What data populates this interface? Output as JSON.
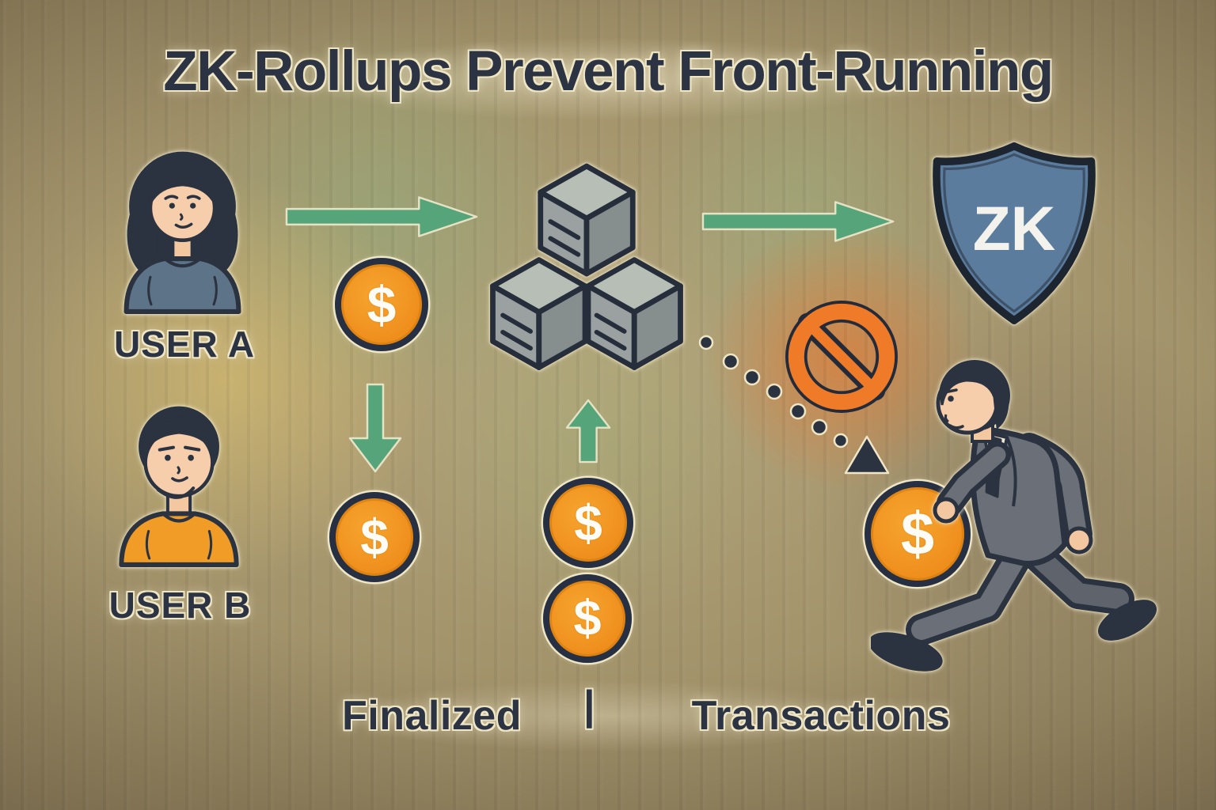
{
  "title": "ZK-Rollups Prevent Front-Running",
  "user_a": {
    "label": "USER A"
  },
  "user_b": {
    "label": "USER B"
  },
  "shield": {
    "label": "ZK"
  },
  "coin": {
    "symbol": "$"
  },
  "footer": {
    "finalized": "Finalized",
    "divider": "|",
    "transactions": "Transactions"
  },
  "elements": [
    "user-a-avatar",
    "user-b-avatar",
    "rollup-blocks-icon",
    "zk-shield-icon",
    "dollar-coin-icon",
    "prohibition-icon",
    "front-runner-figure",
    "arrow-right-user-to-blocks",
    "arrow-right-blocks-to-shield",
    "arrow-down-finalized",
    "arrow-up-transactions",
    "dotted-attack-path"
  ],
  "colors": {
    "background_center": "#b2a37a",
    "background_edge": "#453b2a",
    "outline_navy": "#2b3240",
    "cream_glow": "#f2e9cb",
    "arrow_green": "#55a47a",
    "coin_orange": "#f09120",
    "prohibition_orange": "#ef7b28",
    "shield_blue": "#5b7c9c",
    "user_a_shirt": "#5d7387",
    "user_b_shirt": "#f09c26",
    "block_gray": "#9aa1a0",
    "suit_gray": "#6b7078",
    "skin_tone": "#f3c7a0"
  }
}
